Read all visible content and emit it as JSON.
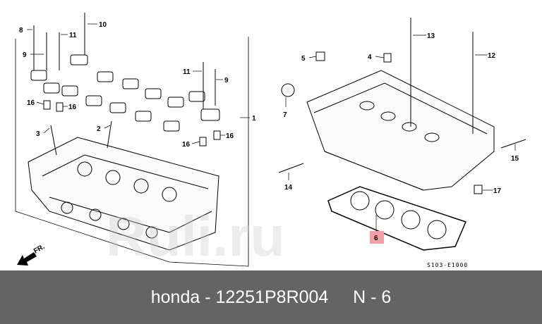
{
  "diagram": {
    "callouts": [
      {
        "id": "10"
      },
      {
        "id": "8"
      },
      {
        "id": "11"
      },
      {
        "id": "9"
      },
      {
        "id": "16"
      },
      {
        "id": "16"
      },
      {
        "id": "3"
      },
      {
        "id": "2"
      },
      {
        "id": "11"
      },
      {
        "id": "9"
      },
      {
        "id": "1"
      },
      {
        "id": "16"
      },
      {
        "id": "16"
      },
      {
        "id": "5"
      },
      {
        "id": "4"
      },
      {
        "id": "13"
      },
      {
        "id": "12"
      },
      {
        "id": "7"
      },
      {
        "id": "15"
      },
      {
        "id": "14"
      },
      {
        "id": "17"
      },
      {
        "id": "6"
      }
    ],
    "highlighted_part": "6",
    "highlight_color": "#f4a0a8",
    "front_arrow_label": "FR.",
    "drawing_code": "S103-E1000",
    "watermark": "Ruli.ru"
  },
  "caption": {
    "text": "honda - 12251P8R004     N - 6",
    "background": "#646464"
  }
}
